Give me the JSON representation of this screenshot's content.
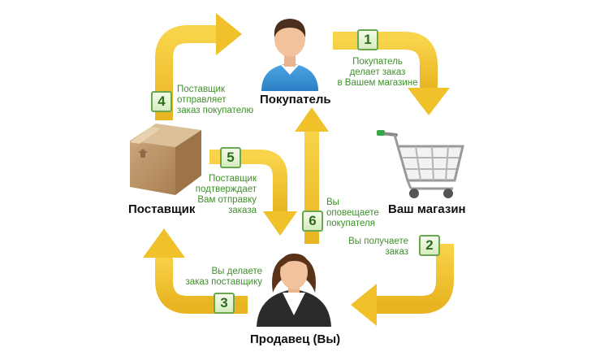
{
  "nodes": {
    "customer": "Покупатель",
    "store": "Ваш магазин",
    "seller": "Продавец (Вы)",
    "supplier": "Поставщик"
  },
  "steps": [
    {
      "number": "1",
      "lines": [
        "Покупатель",
        "делает заказ",
        "в Вашем магазине"
      ]
    },
    {
      "number": "2",
      "lines": [
        "Вы получаете",
        "заказ"
      ]
    },
    {
      "number": "3",
      "lines": [
        "Вы делаете",
        "заказ поставщику"
      ]
    },
    {
      "number": "4",
      "lines": [
        "Поставщик",
        "отправляет",
        "заказ покупателю"
      ]
    },
    {
      "number": "5",
      "lines": [
        "Поставщик",
        "подтверждает",
        "Вам отправку",
        "заказа"
      ]
    },
    {
      "number": "6",
      "lines": [
        "Вы",
        "оповещаете",
        "покупателя"
      ]
    }
  ],
  "colors": {
    "arrow": "#f3c530",
    "arrow_edge": "#d9a616",
    "badge_border": "#6aa84f",
    "step_text": "#3f8f2a"
  },
  "icons": {
    "customer": "male-user-icon",
    "store": "shopping-cart-icon",
    "seller": "female-user-icon",
    "supplier": "cardboard-box-icon"
  }
}
